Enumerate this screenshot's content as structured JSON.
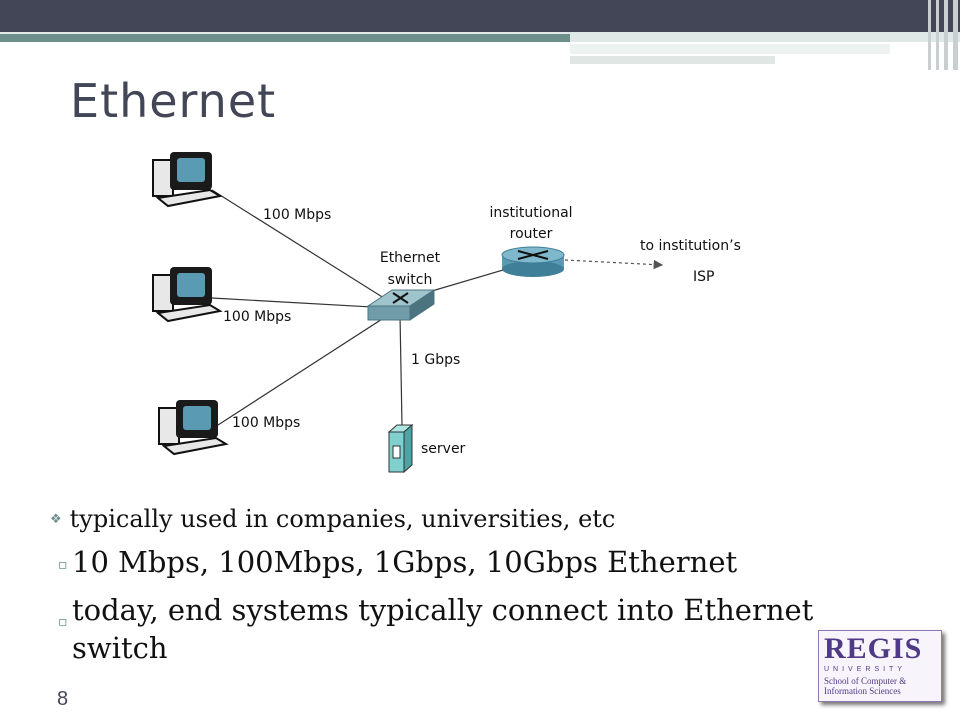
{
  "slide": {
    "title": "Ethernet",
    "page_number": "8"
  },
  "diagram": {
    "labels": {
      "link_top": "100 Mbps",
      "link_mid": "100 Mbps",
      "link_bottom": "100 Mbps",
      "link_server": "1 Gbps",
      "switch_line1": "Ethernet",
      "switch_line2": "switch",
      "router_line1": "institutional",
      "router_line2": "router",
      "isp_line1": "to institution’s",
      "isp_line2": "ISP",
      "server": "server"
    }
  },
  "bullets": {
    "sub": "typically used in companies, universities, etc",
    "item1": "10 Mbps, 100Mbps, 1Gbps, 10Gbps Ethernet",
    "item2": "today, end systems typically connect into Ethernet switch"
  },
  "logo": {
    "name": "REGIS",
    "line2": "UNIVERSITY",
    "line3": "School of Computer &",
    "line4": "Information Sciences"
  },
  "colors": {
    "title": "#434656",
    "accent": "#6d8f8c",
    "router": "#5a9ab3",
    "switch": "#6f9ca8",
    "server": "#7fd0cf",
    "logo": "#4f3a85"
  }
}
